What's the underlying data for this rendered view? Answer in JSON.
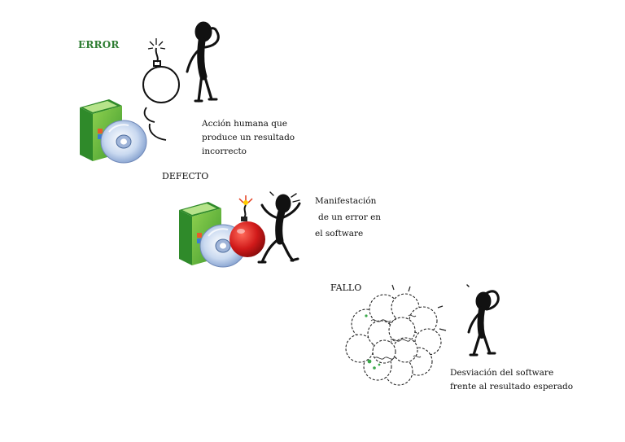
{
  "sections": {
    "error": {
      "heading": "ERROR",
      "description": [
        "Acción humana que",
        "produce un resultado",
        "incorrecto"
      ]
    },
    "defecto": {
      "heading": "DEFECTO",
      "description": [
        "Manifestación",
        "de  un error en",
        "el software"
      ]
    },
    "fallo": {
      "heading": "FALLO",
      "description": [
        "Desviación del software",
        "frente al  resultado esperado"
      ]
    }
  },
  "colors": {
    "heading_error": "#2e7d32",
    "text": "#111111",
    "box_green": "#6fbf3a",
    "box_dark": "#2f8a2a",
    "bomb_red": "#d11a1a",
    "disc": "#c9d9f0"
  },
  "icons": [
    "bomb-outline-icon",
    "stick-figure-thinking-icon",
    "software-box-cd-icon",
    "red-bomb-icon",
    "stick-figure-scared-icon",
    "explosion-cloud-icon",
    "stick-figure-hand-on-head-icon"
  ]
}
